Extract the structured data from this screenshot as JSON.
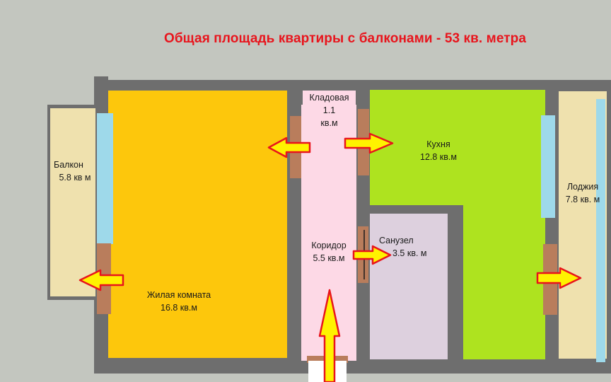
{
  "title": "Общая площадь квартиры с балконами - 53 кв. метра",
  "rooms": {
    "balcony": {
      "name": "Балкон",
      "area": "5.8 кв м"
    },
    "living": {
      "name": "Жилая комната",
      "area": "16.8 кв.м"
    },
    "storage": {
      "name": "Кладовая",
      "area_line1": "1.1",
      "area_line2": "кв.м"
    },
    "corridor": {
      "name": "Коридор",
      "area": "5.5 кв.м"
    },
    "kitchen": {
      "name": "Кухня",
      "area": "12.8 кв.м"
    },
    "bathroom": {
      "name": "Санузел",
      "area": "3.5 кв. м"
    },
    "loggia": {
      "name": "Лоджия",
      "area": "7.8 кв. м"
    }
  },
  "colors": {
    "background": "#c3c6bf",
    "wall": "#6e6e6e",
    "living": "#fdc70c",
    "kitchen": "#aee31f",
    "corridor": "#fdd9e6",
    "bathroom": "#ddd0de",
    "balcony": "#efe1ae",
    "window": "#9ed9ea",
    "door": "#b97d5c",
    "arrow_fill": "#fff200",
    "arrow_stroke": "#e8141c",
    "title": "#e8141c"
  }
}
